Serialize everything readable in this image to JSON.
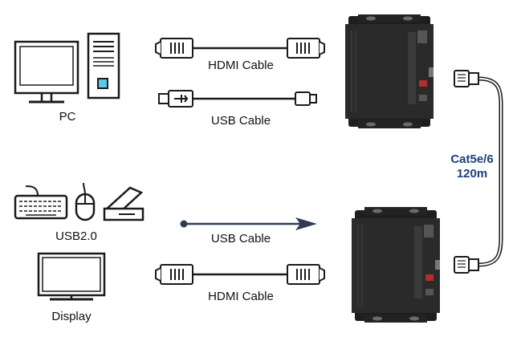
{
  "labels": {
    "pc": "PC",
    "usb2": "USB2.0",
    "display": "Display",
    "hdmi_top": "HDMI Cable",
    "usb_top": "USB Cable",
    "usb_bottom": "USB Cable",
    "hdmi_bottom": "HDMI Cable",
    "cat_line1": "Cat5e/6",
    "cat_line2": "120m"
  },
  "colors": {
    "outline": "#1a1a1a",
    "device_body": "#1e1e1e",
    "arrow": "#2f3d52",
    "cat_text": "#1b3f80",
    "cable_white": "#ffffff"
  },
  "icons": [
    "pc-monitor-icon",
    "pc-tower-icon",
    "keyboard-icon",
    "mouse-icon",
    "scanner-icon",
    "display-monitor-icon",
    "hdmi-connector-icon",
    "usb-connector-icon",
    "rj45-connector-icon"
  ]
}
